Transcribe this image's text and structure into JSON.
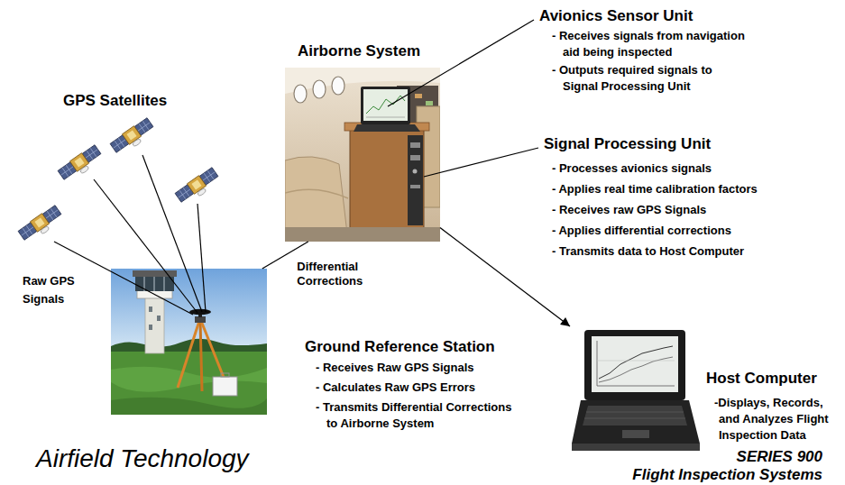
{
  "diagram": {
    "nodes": [
      {
        "text": [
          "Airborne System"
        ]
      },
      {
        "text": [
          "Ground Reference Station",
          "- Receives Raw GPS Signals",
          "- Calculates Raw GPS Errors",
          "- Transmits Differential Corrections to Airborne System"
        ]
      },
      {
        "text": [
          "Host Computer",
          "-Displays, Records, and Analyzes Flight Inspection Data"
        ]
      }
    ],
    "edges": [
      {
        "from": 1,
        "to": 0,
        "label": "Differential Corrections",
        "arrow": "none"
      },
      {
        "from": 0,
        "to": 2,
        "arrow": "to"
      }
    ],
    "labels": [
      "GPS Satellites",
      "Raw GPS Signals",
      "Avionics Sensor Unit",
      "- Receives signals from navigation aid being inspected",
      "- Outputs required signals to Signal Processing Unit",
      "Signal Processing Unit",
      "- Processes avionics signals",
      "- Applies real time calibration factors",
      "- Receives raw GPS Signals",
      "- Applies differential corrections",
      "- Transmits data to Host Computer",
      "Airfield Technology",
      "SERIES 900",
      "Flight Inspection Systems"
    ]
  }
}
